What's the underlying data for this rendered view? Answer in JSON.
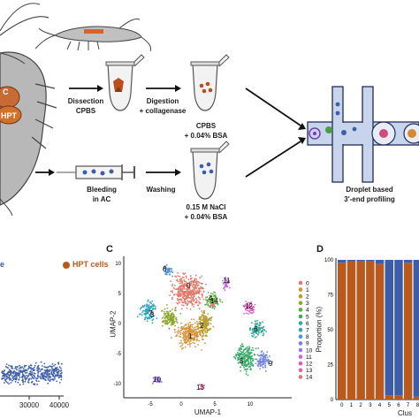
{
  "workflow": {
    "crayfish_labels": [
      "C",
      "HPT"
    ],
    "step_dissection": "Dissection",
    "step_dissection_medium": "CPBS",
    "step_digestion": "Digestion",
    "step_digestion_enzyme": "+ collagenase",
    "tube1_buffer": "CPBS",
    "tube1_bsa": "+ 0.04% BSA",
    "step_bleeding": "Bleeding",
    "step_bleeding_medium": "in AC",
    "step_washing": "Washing",
    "tube2_buffer": "0.15 M NaCl",
    "tube2_bsa": "+ 0.04% BSA",
    "droplet_title": "Droplet based",
    "droplet_subtitle": "3'-end profiling"
  },
  "panels": {
    "c_letter": "C",
    "d_letter": "D"
  },
  "colors": {
    "orange": "#b85a1e",
    "blue": "#3c5da8",
    "dark": "#2d2d2d",
    "channel": "#c8d4ec"
  },
  "chart_data": [
    {
      "type": "scatter",
      "legend": [
        "e",
        "HPT cells"
      ],
      "x_ticks": [
        "30000",
        "40000"
      ],
      "series": [
        {
          "name": "e",
          "color": "#3c5da8"
        }
      ]
    },
    {
      "type": "scatter",
      "xlabel": "UMAP-1",
      "ylabel": "UMAP-2",
      "x_ticks": [
        "-5",
        "0",
        "5",
        "10"
      ],
      "y_ticks": [
        "10",
        "5",
        "0",
        "-5",
        "-10"
      ],
      "cluster_labels": [
        "0",
        "1",
        "2",
        "3",
        "4",
        "5",
        "6",
        "7",
        "8",
        "9",
        "10",
        "11",
        "12",
        "13",
        "14"
      ],
      "legend": [
        "0",
        "1",
        "2",
        "3",
        "4",
        "5",
        "6",
        "7",
        "8",
        "9",
        "10",
        "11",
        "12",
        "13",
        "14"
      ],
      "cluster_colors": [
        "#e07b6b",
        "#d4923a",
        "#b79b2b",
        "#8fa52b",
        "#5aab3a",
        "#3aaa6a",
        "#36a99a",
        "#33a4bc",
        "#4a95d6",
        "#6f84e3",
        "#9a76e6",
        "#c06ad9",
        "#d95fbd",
        "#e8609a",
        "#e86f7e"
      ]
    },
    {
      "type": "bar",
      "ylabel": "Proportion (%)",
      "xlabel": "Clus",
      "y_ticks": [
        "100",
        "75",
        "50",
        "25",
        "0"
      ],
      "categories": [
        "0",
        "1",
        "2",
        "3",
        "4",
        "5",
        "6",
        "7",
        "8"
      ],
      "series": [
        {
          "color": "#b85a1e",
          "values": [
            98,
            99,
            99,
            99,
            97,
            3,
            3,
            98,
            2
          ]
        },
        {
          "color": "#3c5da8",
          "values": [
            2,
            1,
            1,
            1,
            3,
            97,
            97,
            2,
            98
          ]
        }
      ],
      "ylim": [
        0,
        100
      ]
    }
  ]
}
